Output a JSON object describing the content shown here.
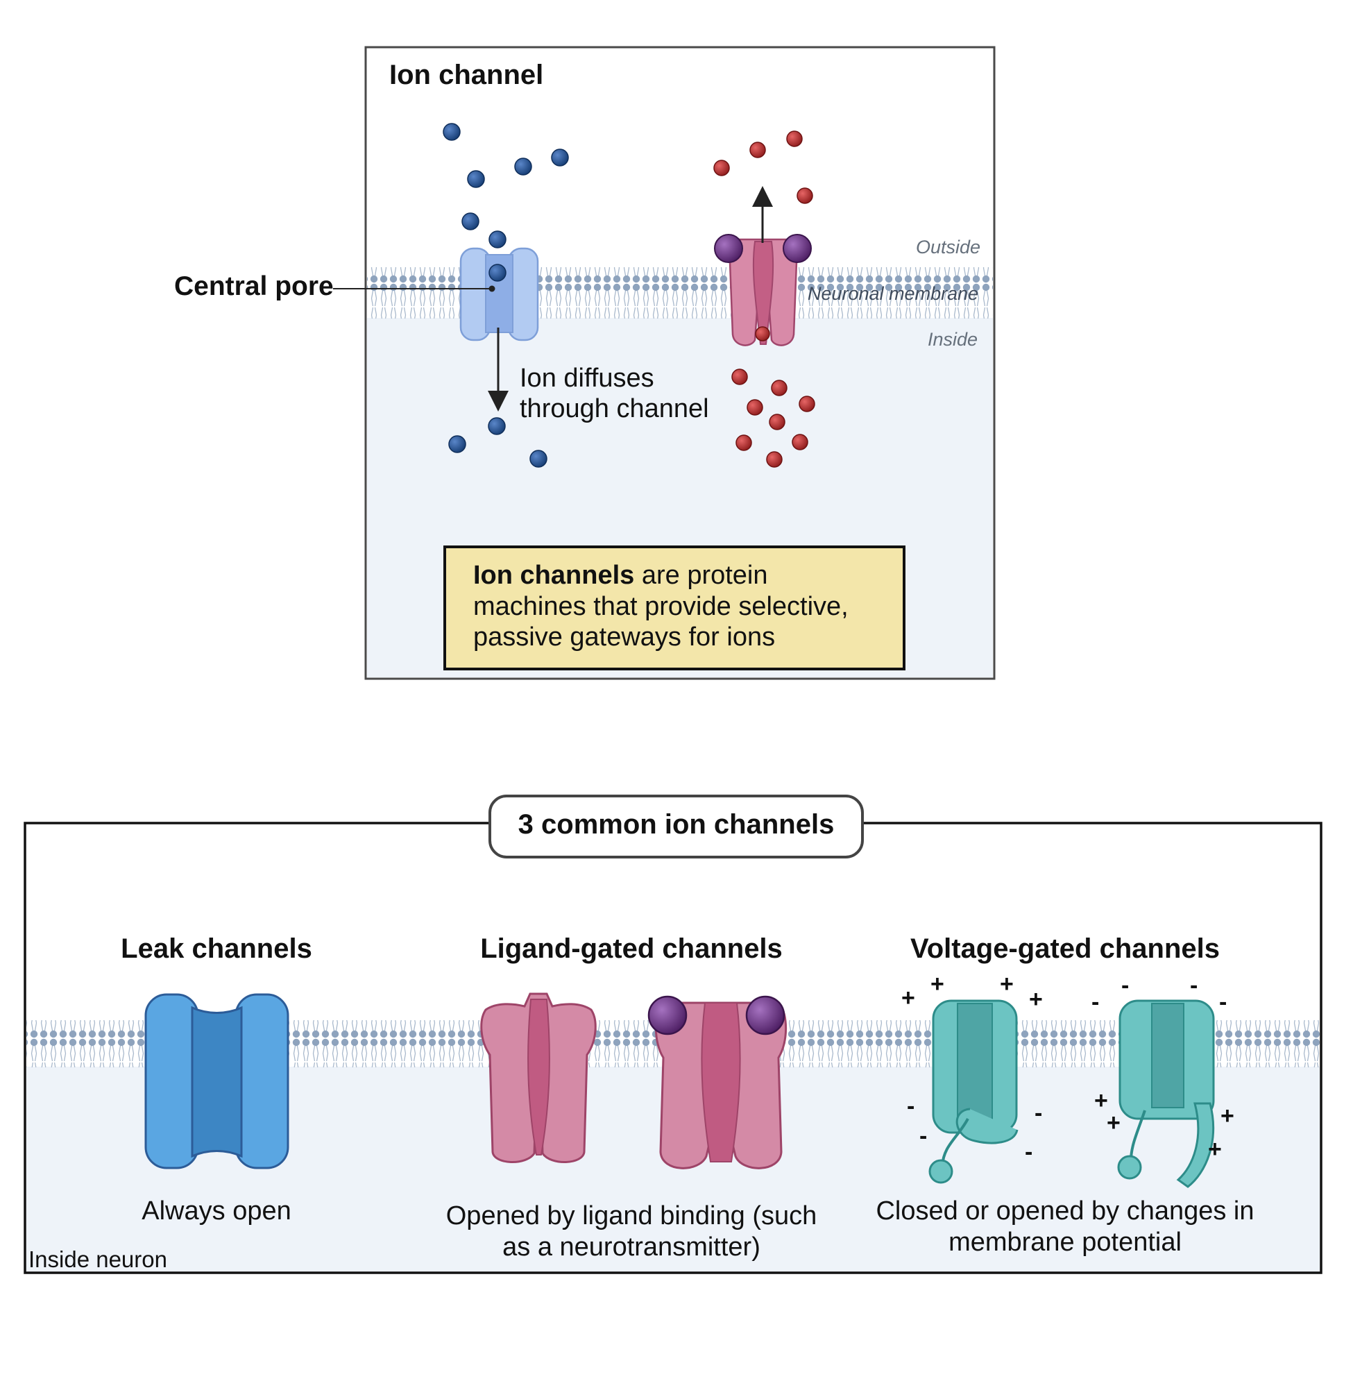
{
  "top_panel": {
    "title": "Ion channel",
    "central_pore_label": "Central pore",
    "outside_label": "Outside",
    "membrane_label": "Neuronal membrane",
    "inside_label": "Inside",
    "diffuse_line1": "Ion diffuses",
    "diffuse_line2": "through channel",
    "info_bold": "Ion channels",
    "info_rest1": " are protein",
    "info_line2": "machines that provide selective,",
    "info_line3": "passive gateways for ions"
  },
  "bottom_panel": {
    "header": "3 common ion channels",
    "leak_title": "Leak channels",
    "leak_caption": "Always open",
    "ligand_title": "Ligand-gated channels",
    "ligand_caption_line1": "Opened by ligand binding (such",
    "ligand_caption_line2": "as a neurotransmitter)",
    "voltage_title": "Voltage-gated channels",
    "voltage_caption_line1": "Closed or opened by changes in",
    "voltage_caption_line2": "membrane potential",
    "inside_neuron_label": "Inside neuron",
    "plus_sign": "+",
    "minus_sign": "-"
  },
  "colors": {
    "panel_bg": "#eef3f9",
    "membrane_bead": "#8ea3bd",
    "blue_ion": "#1f4d8c",
    "red_ion": "#b22c2c",
    "ligand": "#6b2f82",
    "leak_channel": "#5aa6e2",
    "ligand_channel": "#d48aa6",
    "voltage_channel": "#6cc4c2",
    "info_box": "#f3e6aa"
  }
}
